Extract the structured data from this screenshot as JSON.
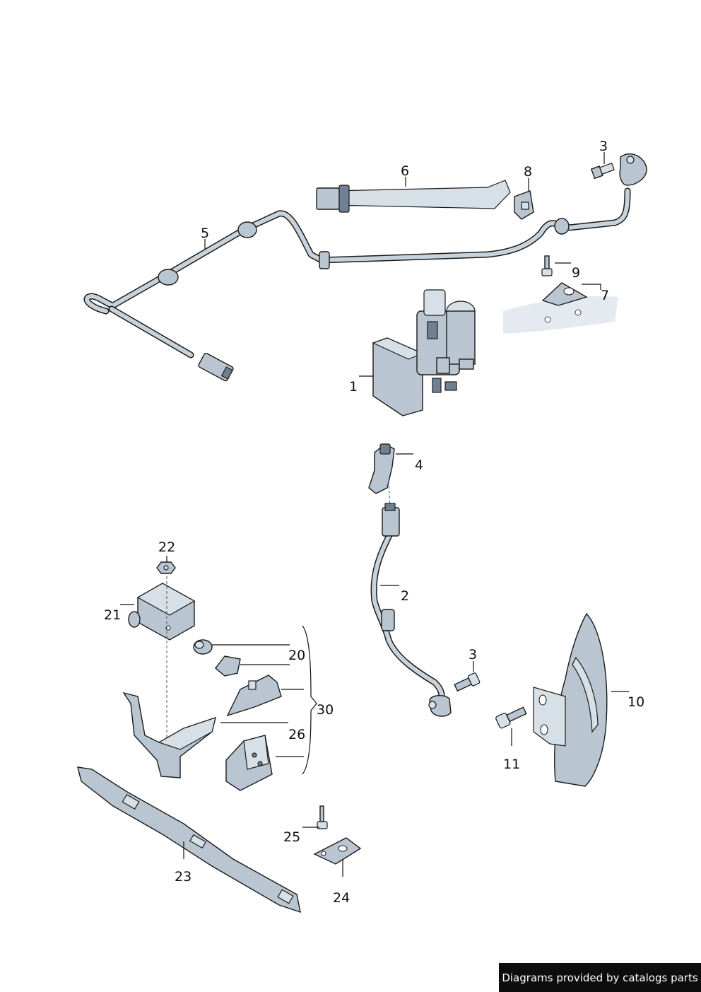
{
  "callouts": {
    "c1": "1",
    "c2": "2",
    "c3a": "3",
    "c3b": "3",
    "c4": "4",
    "c5": "5",
    "c6": "6",
    "c7": "7",
    "c8": "8",
    "c9": "9",
    "c10": "10",
    "c11": "11",
    "c20": "20",
    "c21": "21",
    "c22": "22",
    "c23": "23",
    "c24": "24",
    "c25": "25",
    "c26": "26",
    "c30": "30"
  },
  "footer": {
    "text": "Diagrams provided by catalogs parts"
  },
  "colors": {
    "part_fill": "#b9c6d1",
    "part_light": "#d8e0e7",
    "part_dark": "#6f8191",
    "line": "#1a1a1a",
    "footer_bg": "#0d0d0d"
  }
}
